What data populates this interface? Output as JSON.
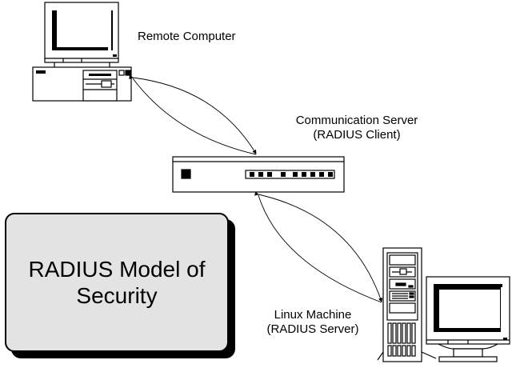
{
  "diagram": {
    "title_lines": [
      "RADIUS Model of",
      "Security"
    ],
    "nodes": [
      {
        "id": "remote",
        "label_lines": [
          "Remote Computer"
        ],
        "icon": "desktop-computer-icon"
      },
      {
        "id": "comm",
        "label_lines": [
          "Communication Server",
          "(RADIUS Client)"
        ],
        "icon": "network-server-icon"
      },
      {
        "id": "linux",
        "label_lines": [
          "Linux Machine",
          "(RADIUS Server)"
        ],
        "icon": "tower-workstation-icon"
      }
    ],
    "connections": [
      {
        "from": "remote",
        "to": "comm",
        "type": "bidirectional"
      },
      {
        "from": "comm",
        "to": "linux",
        "type": "bidirectional"
      }
    ],
    "colors": {
      "box_fill": "#e3e3e3",
      "stroke": "#000000",
      "background": "#ffffff"
    }
  }
}
